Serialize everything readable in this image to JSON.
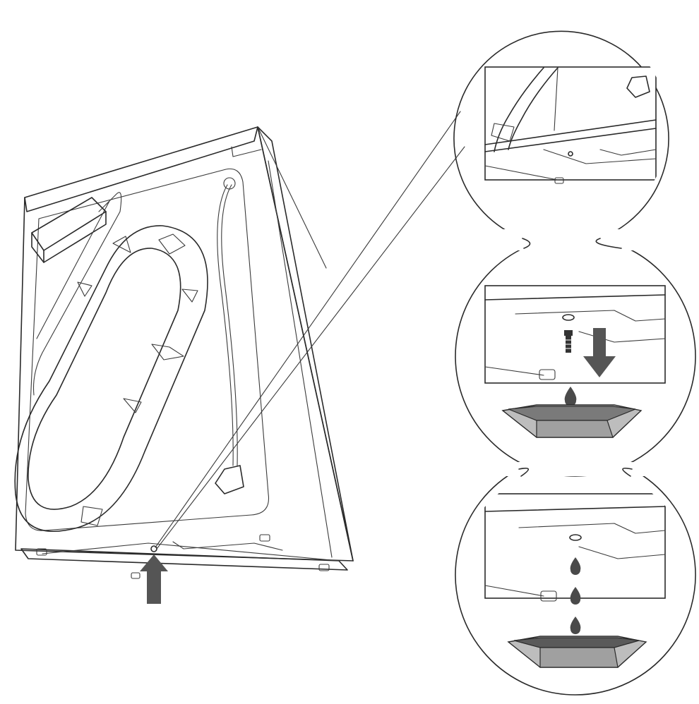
{
  "diagram": {
    "subject": "washing-machine-drain-pump-filter",
    "colors": {
      "line": "#2a2a2a",
      "background": "#ffffff",
      "arrow": "#555555",
      "tray_dark": "#7a7a7a",
      "tray_mid": "#a0a0a0",
      "tray_light": "#bdbdbd",
      "water": "#4a4a4a"
    },
    "steps": [
      {
        "id": 1,
        "icon": "zoom-bottom-plate"
      },
      {
        "id": 2,
        "icon": "remove-screw-arrow"
      },
      {
        "id": 3,
        "icon": "water-draining-into-tray"
      }
    ]
  }
}
